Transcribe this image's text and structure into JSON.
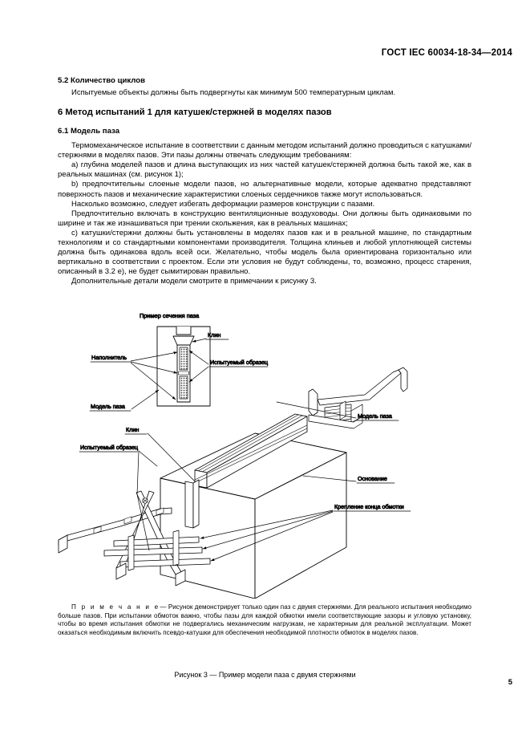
{
  "header": {
    "standard": "ГОСТ IEC 60034-18-34—2014"
  },
  "page_number": "5",
  "sections": [
    {
      "id": "5.2",
      "heading": "5.2  Количество циклов",
      "paragraphs": [
        "Испытуемые объекты должны быть подвергнуты как минимум 500 температурным циклам."
      ]
    },
    {
      "id": "6",
      "heading": "6  Метод испытаний 1 для катушек/стержней в моделях пазов"
    },
    {
      "id": "6.1",
      "heading": "6.1  Модель паза",
      "paragraphs": [
        "Термомеханическое испытание в соответствии с данным методом испытаний должно проводиться с катушками/стержнями в моделях пазов. Эти пазы должны отвечать следующим требованиям:",
        "a)  глубина моделей пазов и длина выступающих из них частей катушек/стержней должна быть такой же, как в реальных машинах (см. рисунок 1);",
        "b)  предпочтительны слоеные модели пазов, но альтернативные модели, которые адекватно представляют поверхность пазов и механические характеристики слоеных сердечников также могут использоваться.",
        "Насколько возможно, следует избегать деформации размеров конструкции с пазами.",
        "Предпочтительно включать в конструкцию вентиляционные воздуховоды. Они должны быть одинаковыми по ширине и так же изнашиваться при трении скольжения, как в реальных машинах;",
        "c)  катушки/стержни должны быть установлены в моделях пазов как и в реальной машине, по стандартным технологиям и со стандартными компонентами производителя. Толщина клиньев и любой уплотняющей системы должна быть одинакова вдоль всей оси. Желательно, чтобы модель была ориентирована горизонтально или вертикально в соответствии с проектом. Если эти условия не будут соблюдены, то, возможно, процесс старения, описанный в 3.2 e), не будет сымитирован правильно.",
        "Дополнительные детали модели смотрите в примечании к рисунку 3."
      ]
    }
  ],
  "figure": {
    "inset_title": "Пример сечения паза",
    "labels": {
      "wedge_inset": "Клин",
      "filler": "Наполнитель",
      "specimen_inset": "Испытуемый образец",
      "slot_model_left": "Модель паза",
      "wedge_main": "Клин",
      "specimen_main": "Испытуемый образец",
      "slot_model_right": "Модель паза",
      "base": "Основание",
      "winding_end_fixing": "Крепление конца обмотки"
    },
    "note_label": "П р и м е ч а н и е",
    "note_dash": "—",
    "note_text": "Рисунок демонстрирует только один паз с двумя стержнями. Для реального испытания необходимо больше пазов. При испытании обмоток важно, чтобы пазы для каждой обмотки имели соответствующие зазоры и угловую установку, чтобы во время испытания обмотки не подвергались механическим нагрузкам, не характерным для реальной эксплуатации. Может оказаться необходимым включить псевдо-катушки для обеспечения необходимой плотности обмоток в моделях пазов.",
    "caption": "Рисунок 3 —  Пример модели паза с двумя стержнями"
  }
}
